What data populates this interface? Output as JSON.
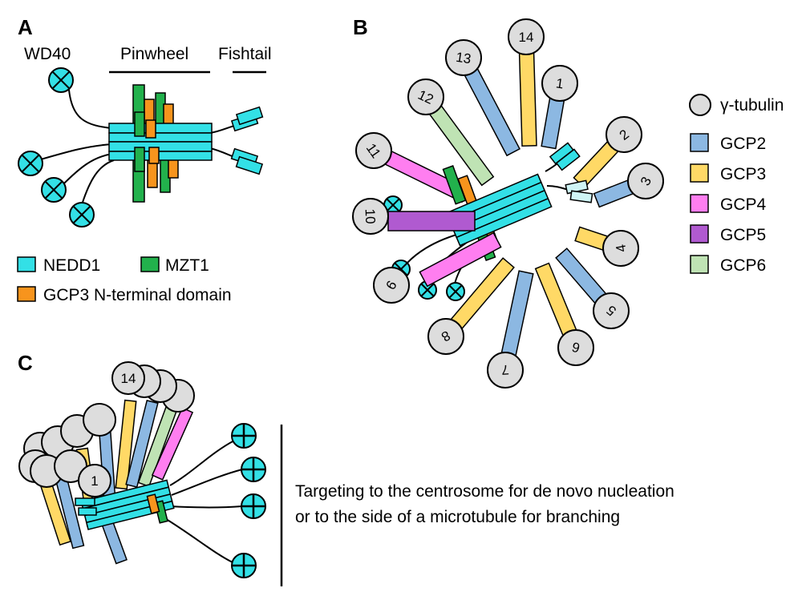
{
  "panels": [
    {
      "label": "A"
    },
    {
      "label": "B"
    },
    {
      "label": "C"
    }
  ],
  "panel_a": {
    "domains": [
      "WD40",
      "Pinwheel",
      "Fishtail"
    ],
    "legend": [
      "NEDD1",
      "MZT1",
      "GCP3 N-terminal domain"
    ]
  },
  "panel_b": {
    "legend": [
      "γ-tubulin",
      "GCP2",
      "GCP3",
      "GCP4",
      "GCP5",
      "GCP6"
    ],
    "subunits": [
      {
        "number": "1",
        "protein": "GCP2"
      },
      {
        "number": "2",
        "protein": "GCP3"
      },
      {
        "number": "3",
        "protein": "GCP2"
      },
      {
        "number": "4",
        "protein": "GCP3"
      },
      {
        "number": "5",
        "protein": "GCP2"
      },
      {
        "number": "6",
        "protein": "GCP3"
      },
      {
        "number": "7",
        "protein": "GCP2"
      },
      {
        "number": "8",
        "protein": "GCP3"
      },
      {
        "number": "9",
        "protein": "GCP4"
      },
      {
        "number": "10",
        "protein": "GCP5"
      },
      {
        "number": "11",
        "protein": "GCP4"
      },
      {
        "number": "12",
        "protein": "GCP6"
      },
      {
        "number": "13",
        "protein": "GCP2"
      },
      {
        "number": "14",
        "protein": "GCP3"
      }
    ]
  },
  "panel_c": {
    "numbers": [
      "14",
      "1"
    ],
    "caption": [
      "Targeting to the centrosome for de novo nucleation",
      "or to the side of a microtubule for branching"
    ]
  },
  "colors": {
    "NEDD1": "#33e0e6",
    "MZT1": "#22b14c",
    "GCP3 N-terminal domain": "#f7941d",
    "γ-tubulin": "#dddddd",
    "GCP2": "#8cb8e2",
    "GCP3": "#ffd966",
    "GCP4": "#ff7ef0",
    "GCP5": "#b05ad0",
    "GCP6": "#bfe3b4"
  }
}
